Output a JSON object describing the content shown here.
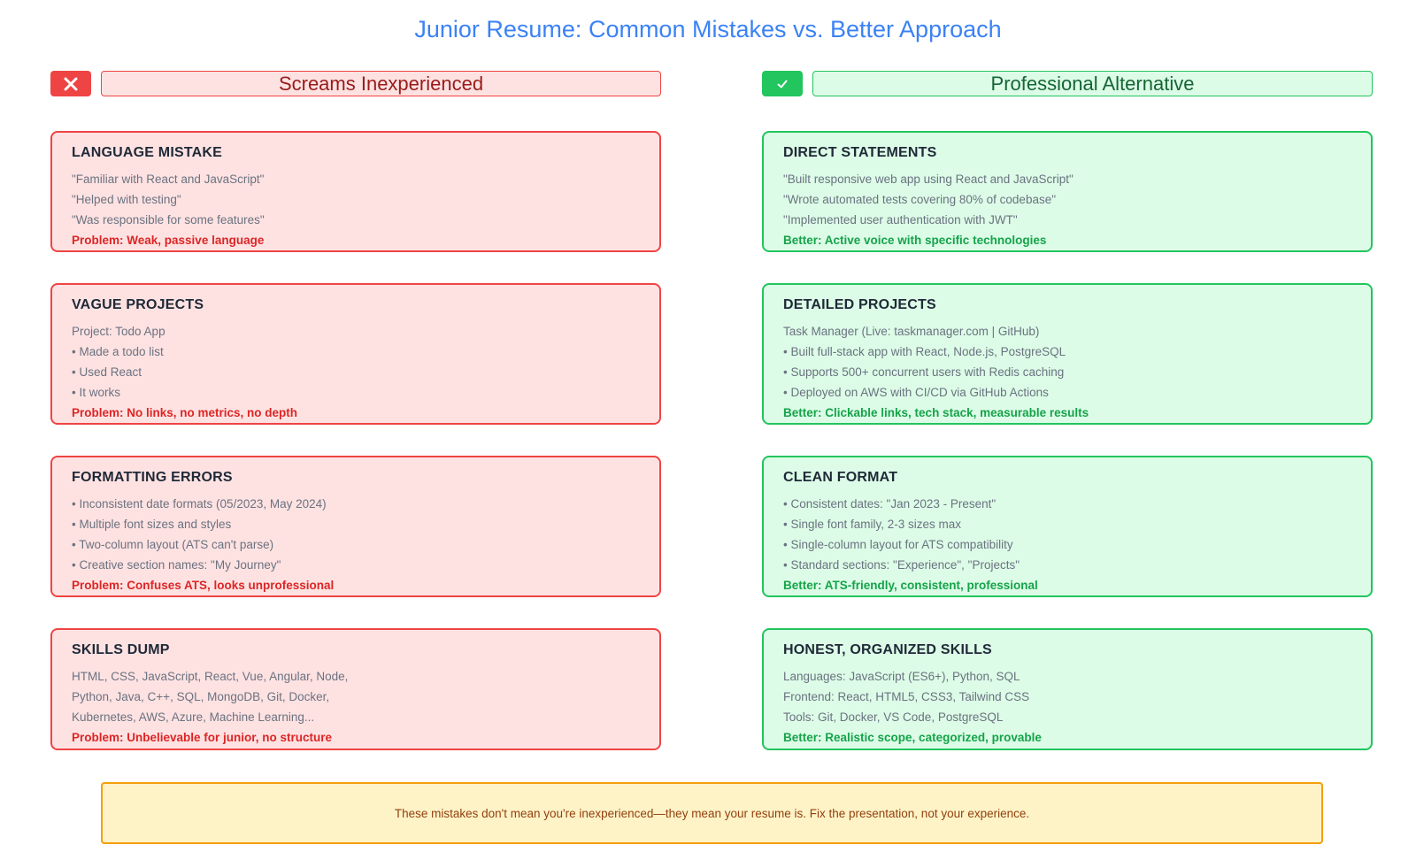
{
  "title": "Junior Resume: Common Mistakes vs. Better Approach",
  "left_header": "Screams Inexperienced",
  "right_header": "Professional Alternative",
  "colors": {
    "bad": "#ef4444",
    "good": "#22c55e",
    "title": "#3b82f6",
    "note": "#f59e0b"
  },
  "left_cards": [
    {
      "title": "LANGUAGE MISTAKE",
      "lines": [
        "\"Familiar with React and JavaScript\"",
        "\"Helped with testing\"",
        "\"Was responsible for some features\""
      ],
      "note": "Problem: Weak, passive language"
    },
    {
      "title": "VAGUE PROJECTS",
      "lines": [
        "Project: Todo App",
        "• Made a todo list",
        "• Used React",
        "• It works"
      ],
      "note": "Problem: No links, no metrics, no depth"
    },
    {
      "title": "FORMATTING ERRORS",
      "lines": [
        "• Inconsistent date formats (05/2023, May 2024)",
        "• Multiple font sizes and styles",
        "• Two-column layout (ATS can't parse)",
        "• Creative section names: \"My Journey\""
      ],
      "note": "Problem: Confuses ATS, looks unprofessional"
    },
    {
      "title": "SKILLS DUMP",
      "lines": [
        "HTML, CSS, JavaScript, React, Vue, Angular, Node,",
        "Python, Java, C++, SQL, MongoDB, Git, Docker,",
        "Kubernetes, AWS, Azure, Machine Learning..."
      ],
      "note": "Problem: Unbelievable for junior, no structure"
    }
  ],
  "right_cards": [
    {
      "title": "DIRECT STATEMENTS",
      "lines": [
        "\"Built responsive web app using React and JavaScript\"",
        "\"Wrote automated tests covering 80% of codebase\"",
        "\"Implemented user authentication with JWT\""
      ],
      "note": "Better: Active voice with specific technologies"
    },
    {
      "title": "DETAILED PROJECTS",
      "lines": [
        "Task Manager (Live: taskmanager.com | GitHub)",
        "• Built full-stack app with React, Node.js, PostgreSQL",
        "• Supports 500+ concurrent users with Redis caching",
        "• Deployed on AWS with CI/CD via GitHub Actions"
      ],
      "note": "Better: Clickable links, tech stack, measurable results"
    },
    {
      "title": "CLEAN FORMAT",
      "lines": [
        "• Consistent dates: \"Jan 2023 - Present\"",
        "• Single font family, 2-3 sizes max",
        "• Single-column layout for ATS compatibility",
        "• Standard sections: \"Experience\", \"Projects\""
      ],
      "note": "Better: ATS-friendly, consistent, professional"
    },
    {
      "title": "HONEST, ORGANIZED SKILLS",
      "lines": [
        "Languages: JavaScript (ES6+), Python, SQL",
        "Frontend: React, HTML5, CSS3, Tailwind CSS",
        "Tools: Git, Docker, VS Code, PostgreSQL"
      ],
      "note": "Better: Realistic scope, categorized, provable"
    }
  ],
  "footer": "These mistakes don't mean you're inexperienced—they mean your resume is. Fix the presentation, not your experience."
}
